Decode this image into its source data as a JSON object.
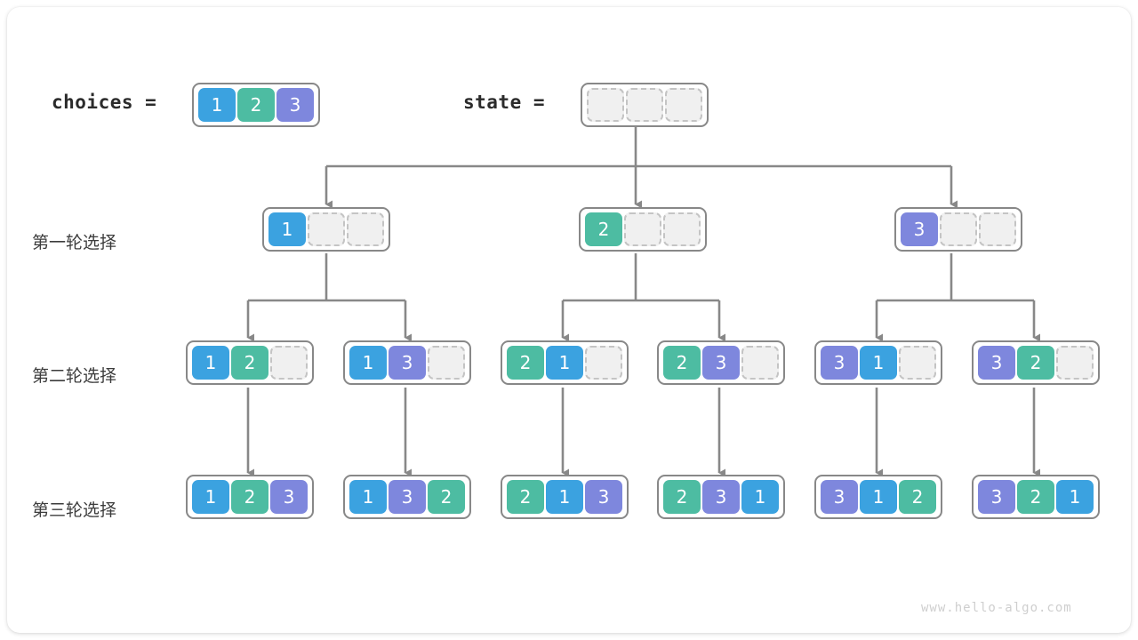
{
  "meta": {
    "watermark": "www.hello-algo.com",
    "colors": {
      "value_1": "#3ba2e0",
      "value_2": "#4dbca2",
      "value_3": "#7e87dd",
      "empty_fill": "#f0f0f0",
      "empty_border": "#c4c4c4",
      "box_border": "#888888",
      "link": "#888888",
      "text": "#2b2b2b"
    }
  },
  "header": {
    "choices_label": "choices =",
    "choices_values": [
      1,
      2,
      3
    ],
    "state_label": "state =",
    "state_values": [
      null,
      null,
      null
    ]
  },
  "row_labels": {
    "round1": "第一轮选择",
    "round2": "第二轮选择",
    "round3": "第三轮选择"
  },
  "tree": {
    "level1": [
      {
        "cells": [
          1,
          null,
          null
        ]
      },
      {
        "cells": [
          2,
          null,
          null
        ]
      },
      {
        "cells": [
          3,
          null,
          null
        ]
      }
    ],
    "level2": [
      {
        "cells": [
          1,
          2,
          null
        ]
      },
      {
        "cells": [
          1,
          3,
          null
        ]
      },
      {
        "cells": [
          2,
          1,
          null
        ]
      },
      {
        "cells": [
          2,
          3,
          null
        ]
      },
      {
        "cells": [
          3,
          1,
          null
        ]
      },
      {
        "cells": [
          3,
          2,
          null
        ]
      }
    ],
    "level3": [
      {
        "cells": [
          1,
          2,
          3
        ]
      },
      {
        "cells": [
          1,
          3,
          2
        ]
      },
      {
        "cells": [
          2,
          1,
          3
        ]
      },
      {
        "cells": [
          2,
          3,
          1
        ]
      },
      {
        "cells": [
          3,
          1,
          2
        ]
      },
      {
        "cells": [
          3,
          2,
          1
        ]
      }
    ]
  }
}
